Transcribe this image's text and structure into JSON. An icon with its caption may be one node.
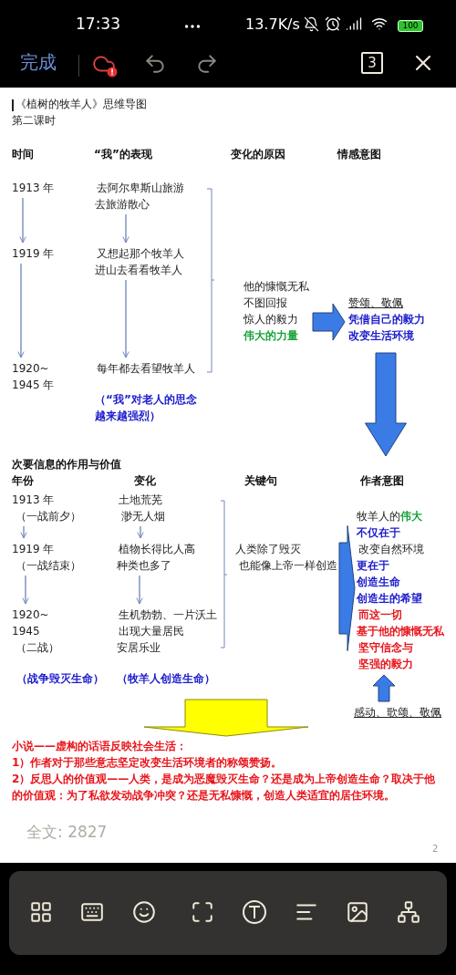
{
  "diagram": {
    "title": "《植树的牧羊人》思维导图",
    "nodes": [
      {
        "text": [
          "1913 年"
        ]
      },
      {
        "text": [
          "1919 年"
        ]
      },
      {
        "text": [
          "1920~ 1945 年"
        ]
      },
      {
        "text": [
          "去阿尔卑斯山旅游",
          "去旅游散心"
        ]
      },
      {
        "text": [
          "又想起那个牧羊人",
          "进山去看看牧羊人"
        ]
      },
      {
        "text": [
          "每年都去看望牧羊人"
        ]
      },
      {
        "text": [
          "他的慷慨无私",
          "不图回报",
          "惊人的毅力",
          "伟大的力量"
        ]
      },
      {
        "text": [
          "赞颂、敬佩",
          "凭借自己的毅力",
          "改变生活环境"
        ]
      },
      {
        "text": [
          "1913 年",
          "（一战前夕）"
        ]
      },
      {
        "text": [
          "1919 年",
          "（一战结束）"
        ]
      },
      {
        "text": [
          "1920~ 1945",
          "（二战）"
        ]
      },
      {
        "text": [
          "土地荒芜",
          "渺无人烟"
        ]
      },
      {
        "text": [
          "植物长得比人高",
          "种类也多了"
        ]
      },
      {
        "text": [
          "生机勃勃、一片沃土",
          "出现大量居民",
          "安居乐业"
        ]
      },
      {
        "text": [
          "人类除了毁灭",
          "也能像上帝一样创造"
        ]
      },
      {
        "text": [
          "牧羊人的**伟大**",
          "不仅在于",
          "改变自然环境",
          "更在于",
          "创造生命",
          "创造生的希望",
          "而这一切",
          "基于他的慷慨无私",
          "坚守信念与",
          "坚强的毅力"
        ]
      },
      {
        "text": [
          "感动、歌颂、敬佩"
        ]
      },
      {
        "text": [
          "小说——虚构的话语反映社会生活：",
          "1）作者对于那些意志坚定改变生活环境者的称颂赞扬。",
          "2）反思人的价值观——人类，是成为恶魔毁灭生命？还是成为上帝创造生命？取决于他的价值观：为了私欲发动战争冲突？还是无私慷慨，创造人类适宜的居住环境。"
        ]
      }
    ],
    "edges": [
      {
        "from": 0,
        "to": 1,
        "arrow": "to"
      },
      {
        "from": 1,
        "to": 2,
        "arrow": "to"
      },
      {
        "from": 3,
        "to": 4,
        "arrow": "to"
      },
      {
        "from": 4,
        "to": 5,
        "arrow": "to"
      },
      {
        "from": 6,
        "to": 7,
        "arrow": "to",
        "style": "thick",
        "color": "#3b7be6"
      },
      {
        "from": 7,
        "to": 15,
        "arrow": "to",
        "style": "thick",
        "color": "#3b7be6"
      },
      {
        "from": 8,
        "to": 9,
        "arrow": "to"
      },
      {
        "from": 9,
        "to": 10,
        "arrow": "to"
      },
      {
        "from": 11,
        "to": 12,
        "arrow": "to"
      },
      {
        "from": 12,
        "to": 13,
        "arrow": "to"
      },
      {
        "from": 14,
        "to": 15,
        "arrow": "to",
        "style": "thick",
        "color": "#3b7be6"
      },
      {
        "from": 16,
        "to": 15,
        "arrow": "to",
        "style": "thick",
        "color": "#3b7be6"
      },
      {
        "from": null,
        "to": 17,
        "arrow": "to",
        "style": "thick",
        "color": "#ffff00"
      }
    ],
    "labels": [
      "17:33",
      "13.7K/s",
      "100",
      "完成",
      "3",
      "第二课时",
      "时间",
      "“我”的表现",
      "变化的原因",
      "情感意图",
      "（“我”对老人的思念越来越强烈）",
      "次要信息的作用与价值",
      "年份",
      "变化",
      "关键句",
      "作者意图",
      "（战争毁灭生命）",
      "（牧羊人创造生命）",
      "全文: 2827",
      "2"
    ]
  }
}
